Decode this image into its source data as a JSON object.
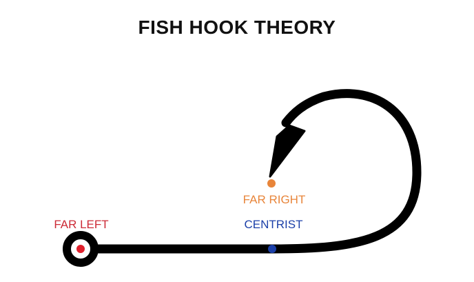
{
  "title": "FISH HOOK THEORY",
  "labels": {
    "far_left": "FAR LEFT",
    "far_right": "FAR RIGHT",
    "centrist": "CENTRIST"
  },
  "colors": {
    "hook": "#000000",
    "far_left": "#cc2a36",
    "far_right": "#e8853a",
    "centrist": "#1b3fa8",
    "eye_center": "#e0202c"
  }
}
